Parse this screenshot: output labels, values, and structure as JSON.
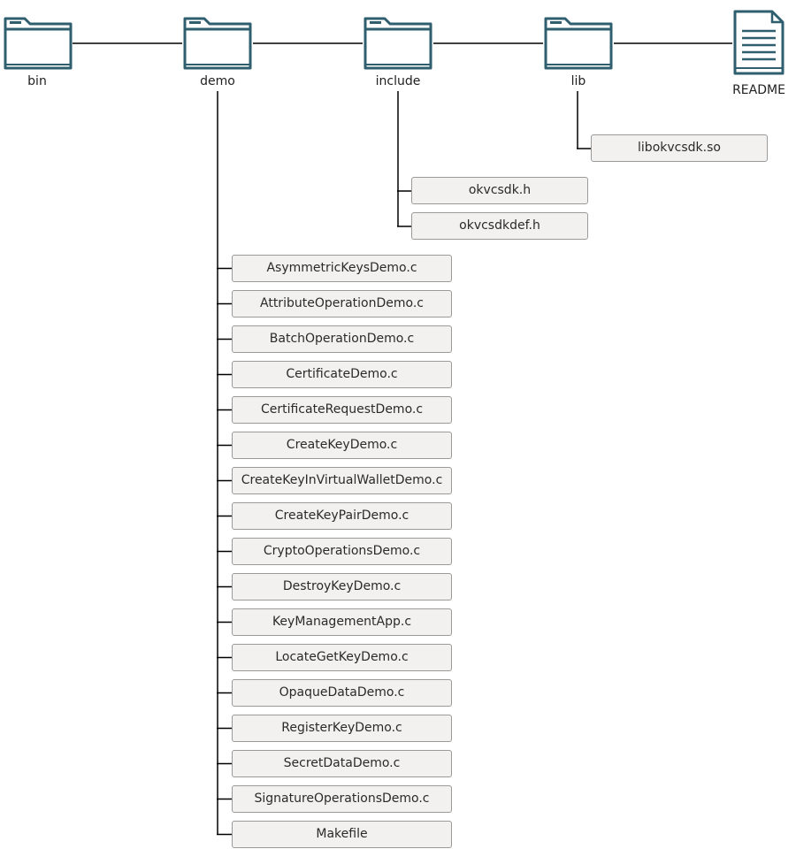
{
  "tree": {
    "folders": [
      {
        "id": "bin",
        "label": "bin"
      },
      {
        "id": "demo",
        "label": "demo"
      },
      {
        "id": "include",
        "label": "include"
      },
      {
        "id": "lib",
        "label": "lib"
      }
    ],
    "readme": {
      "label": "README"
    },
    "lib_files": [
      "libokvcsdk.so"
    ],
    "include_files": [
      "okvcsdk.h",
      "okvcsdkdef.h"
    ],
    "demo_files": [
      "AsymmetricKeysDemo.c",
      "AttributeOperationDemo.c",
      "BatchOperationDemo.c",
      "CertificateDemo.c",
      "CertificateRequestDemo.c",
      "CreateKeyDemo.c",
      "CreateKeyInVirtualWalletDemo.c",
      "CreateKeyPairDemo.c",
      "CryptoOperationsDemo.c",
      "DestroyKeyDemo.c",
      "KeyManagementApp.c",
      "LocateGetKeyDemo.c",
      "OpaqueDataDemo.c",
      "RegisterKeyDemo.c",
      "SecretDataDemo.c",
      "SignatureOperationsDemo.c",
      "Makefile"
    ]
  },
  "colors": {
    "icon_stroke": "#2f5f6f",
    "line": "#000000",
    "box_fill": "#f2f1ef",
    "box_border": "#9a9a9a"
  },
  "icons": {
    "folder": "folder-icon",
    "document": "document-icon"
  }
}
